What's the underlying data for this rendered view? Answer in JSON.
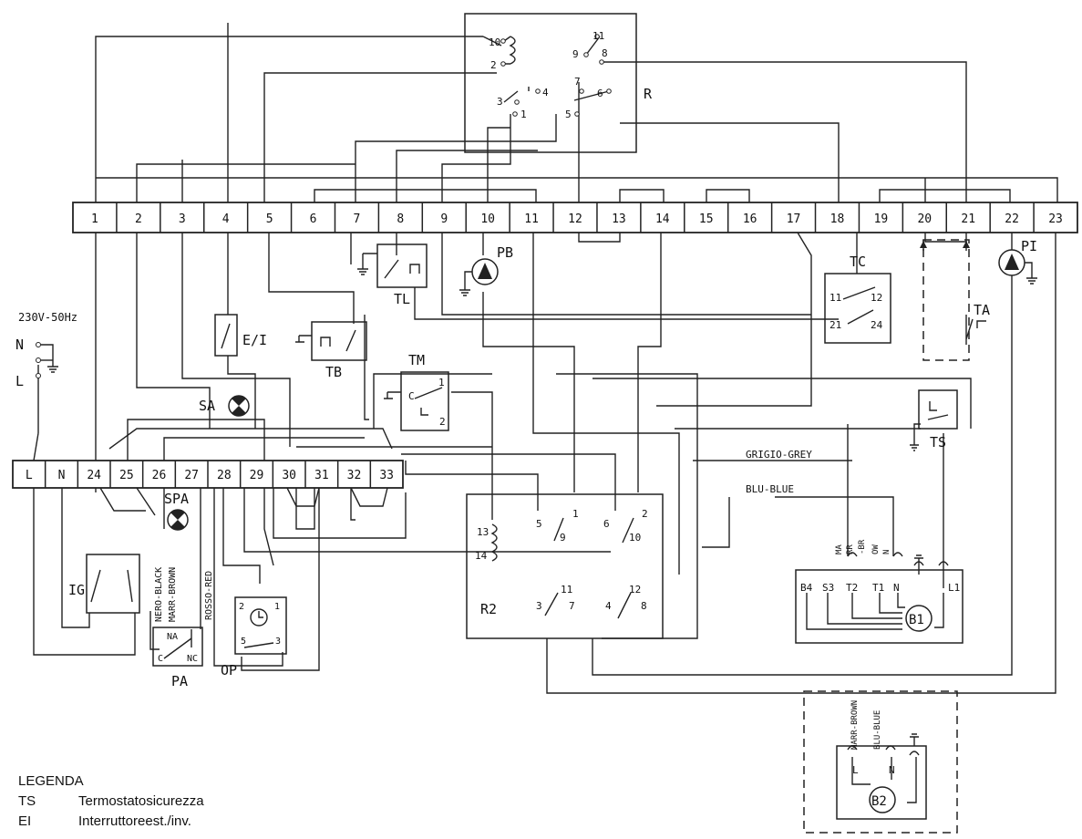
{
  "top_terminals": [
    "1",
    "2",
    "3",
    "4",
    "5",
    "6",
    "7",
    "8",
    "9",
    "10",
    "11",
    "12",
    "13",
    "14",
    "15",
    "16",
    "17",
    "18",
    "19",
    "20",
    "21",
    "22",
    "23"
  ],
  "bottom_terminals": [
    "L",
    "N",
    "24",
    "25",
    "26",
    "27",
    "28",
    "29",
    "30",
    "31",
    "32",
    "33"
  ],
  "supply": {
    "voltage": "230V-50Hz",
    "n": "N",
    "l": "L"
  },
  "components": {
    "R": "R",
    "R2": "R2",
    "PB": "PB",
    "PI": "PI",
    "TL": "TL",
    "TC": "TC",
    "TA": "TA",
    "TB": "TB",
    "TM": "TM",
    "TS": "TS",
    "EI": "E/I",
    "SA": "SA",
    "SPA": "SPA",
    "IG": "IG",
    "PA": "PA",
    "OP": "OP",
    "B1": "B1",
    "B2": "B2"
  },
  "relay_r_contacts": [
    "10",
    "2",
    "11",
    "9",
    "8",
    "7",
    "6",
    "5",
    "4",
    "3",
    "1"
  ],
  "relay_r2_contacts": [
    "13",
    "14",
    "5",
    "1",
    "9",
    "6",
    "2",
    "10",
    "11",
    "3",
    "7",
    "12",
    "4",
    "8"
  ],
  "tc_contacts": [
    "11",
    "12",
    "21",
    "24"
  ],
  "tm_contacts": [
    "C",
    "1",
    "2"
  ],
  "op_contacts": [
    "2",
    "1",
    "5",
    "3"
  ],
  "pa_contacts": [
    "NA",
    "C",
    "NC"
  ],
  "b1_terminals": [
    "B4",
    "S3",
    "T2",
    "T1",
    "N",
    "L1"
  ],
  "b2_terminals": [
    "L",
    "N"
  ],
  "wire_labels": {
    "grey": "GRIGIO-GREY",
    "blue": "BLU-BLUE",
    "black": "NERO-BLACK",
    "brown": "MARR-BROWN",
    "red": "ROSSO-RED",
    "ma": "MA",
    "rr": "RR",
    "br": "-BR",
    "ow": "OW",
    "n": "N",
    "b2_brown": "MARR-BROWN",
    "b2_blue": "BLU-BLUE"
  },
  "legend": {
    "title": "LEGENDA",
    "items": [
      {
        "code": "TS",
        "desc": "Termostatosicurezza"
      },
      {
        "code": "EI",
        "desc": "Interruttoreest./inv."
      }
    ]
  },
  "colors": {
    "line": "#222222",
    "background": "#ffffff"
  }
}
